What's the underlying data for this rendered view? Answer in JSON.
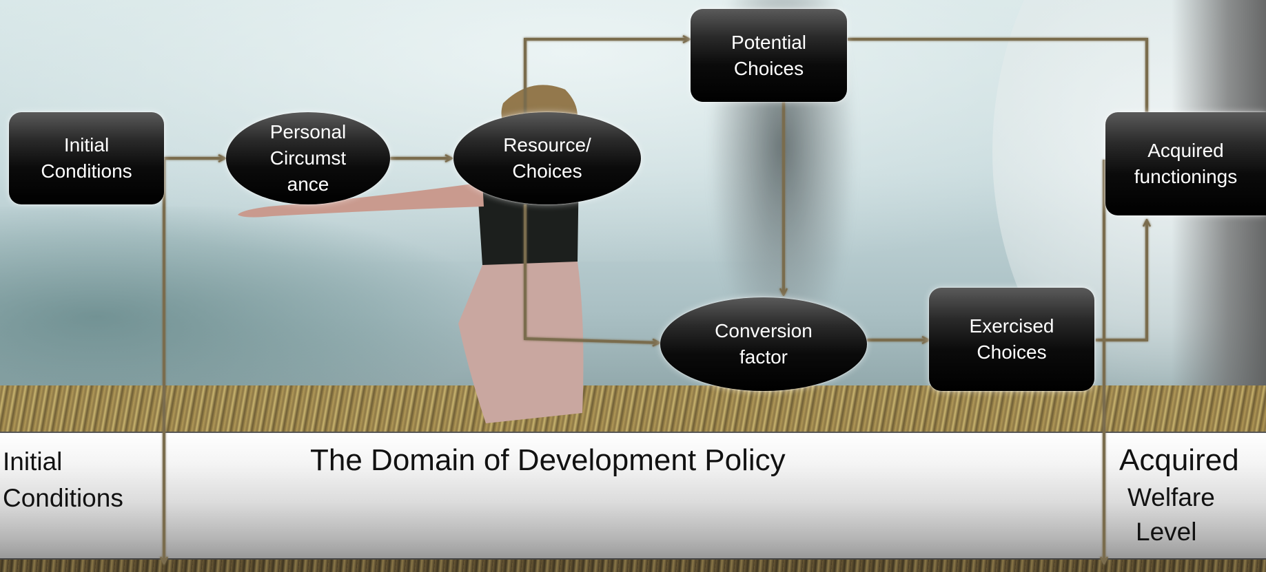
{
  "diagram": {
    "nodes": {
      "initial_conditions": {
        "lines": [
          "Initial",
          "Conditions"
        ],
        "shape": "rounded-rect"
      },
      "personal_circumstance": {
        "lines": [
          "Personal",
          "Circumst",
          "ance"
        ],
        "shape": "ellipse"
      },
      "resource_choices": {
        "lines": [
          "Resource/",
          "Choices"
        ],
        "shape": "ellipse"
      },
      "potential_choices": {
        "lines": [
          "Potential",
          "Choices"
        ],
        "shape": "rounded-rect"
      },
      "conversion_factor": {
        "lines": [
          "Conversion",
          "factor"
        ],
        "shape": "ellipse"
      },
      "exercised_choices": {
        "lines": [
          "Exercised",
          "Choices"
        ],
        "shape": "rounded-rect"
      },
      "acquired_functionings": {
        "lines": [
          "Acquired",
          "functionings"
        ],
        "shape": "rounded-rect"
      }
    },
    "edges": [
      {
        "from": "initial_conditions",
        "to": "personal_circumstance"
      },
      {
        "from": "personal_circumstance",
        "to": "resource_choices"
      },
      {
        "from": "resource_choices",
        "to": "potential_choices"
      },
      {
        "from": "resource_choices",
        "to": "conversion_factor"
      },
      {
        "from": "potential_choices",
        "to": "conversion_factor"
      },
      {
        "from": "potential_choices",
        "to": "acquired_functionings"
      },
      {
        "from": "conversion_factor",
        "to": "exercised_choices"
      },
      {
        "from": "exercised_choices",
        "to": "acquired_functionings"
      },
      {
        "from": "initial_conditions",
        "to": "band-bottom-left"
      },
      {
        "from": "acquired_functionings",
        "to": "band-bottom-right"
      }
    ]
  },
  "band": {
    "left_lines": [
      "Initial",
      "Conditions"
    ],
    "center": "The Domain of Development Policy",
    "right_lines": [
      "Acquired",
      "Welfare",
      "Level"
    ]
  },
  "colors": {
    "node_fill": "#000000",
    "node_text": "#ffffff",
    "connector": "#7a6c4d",
    "band_text": "#111111"
  }
}
